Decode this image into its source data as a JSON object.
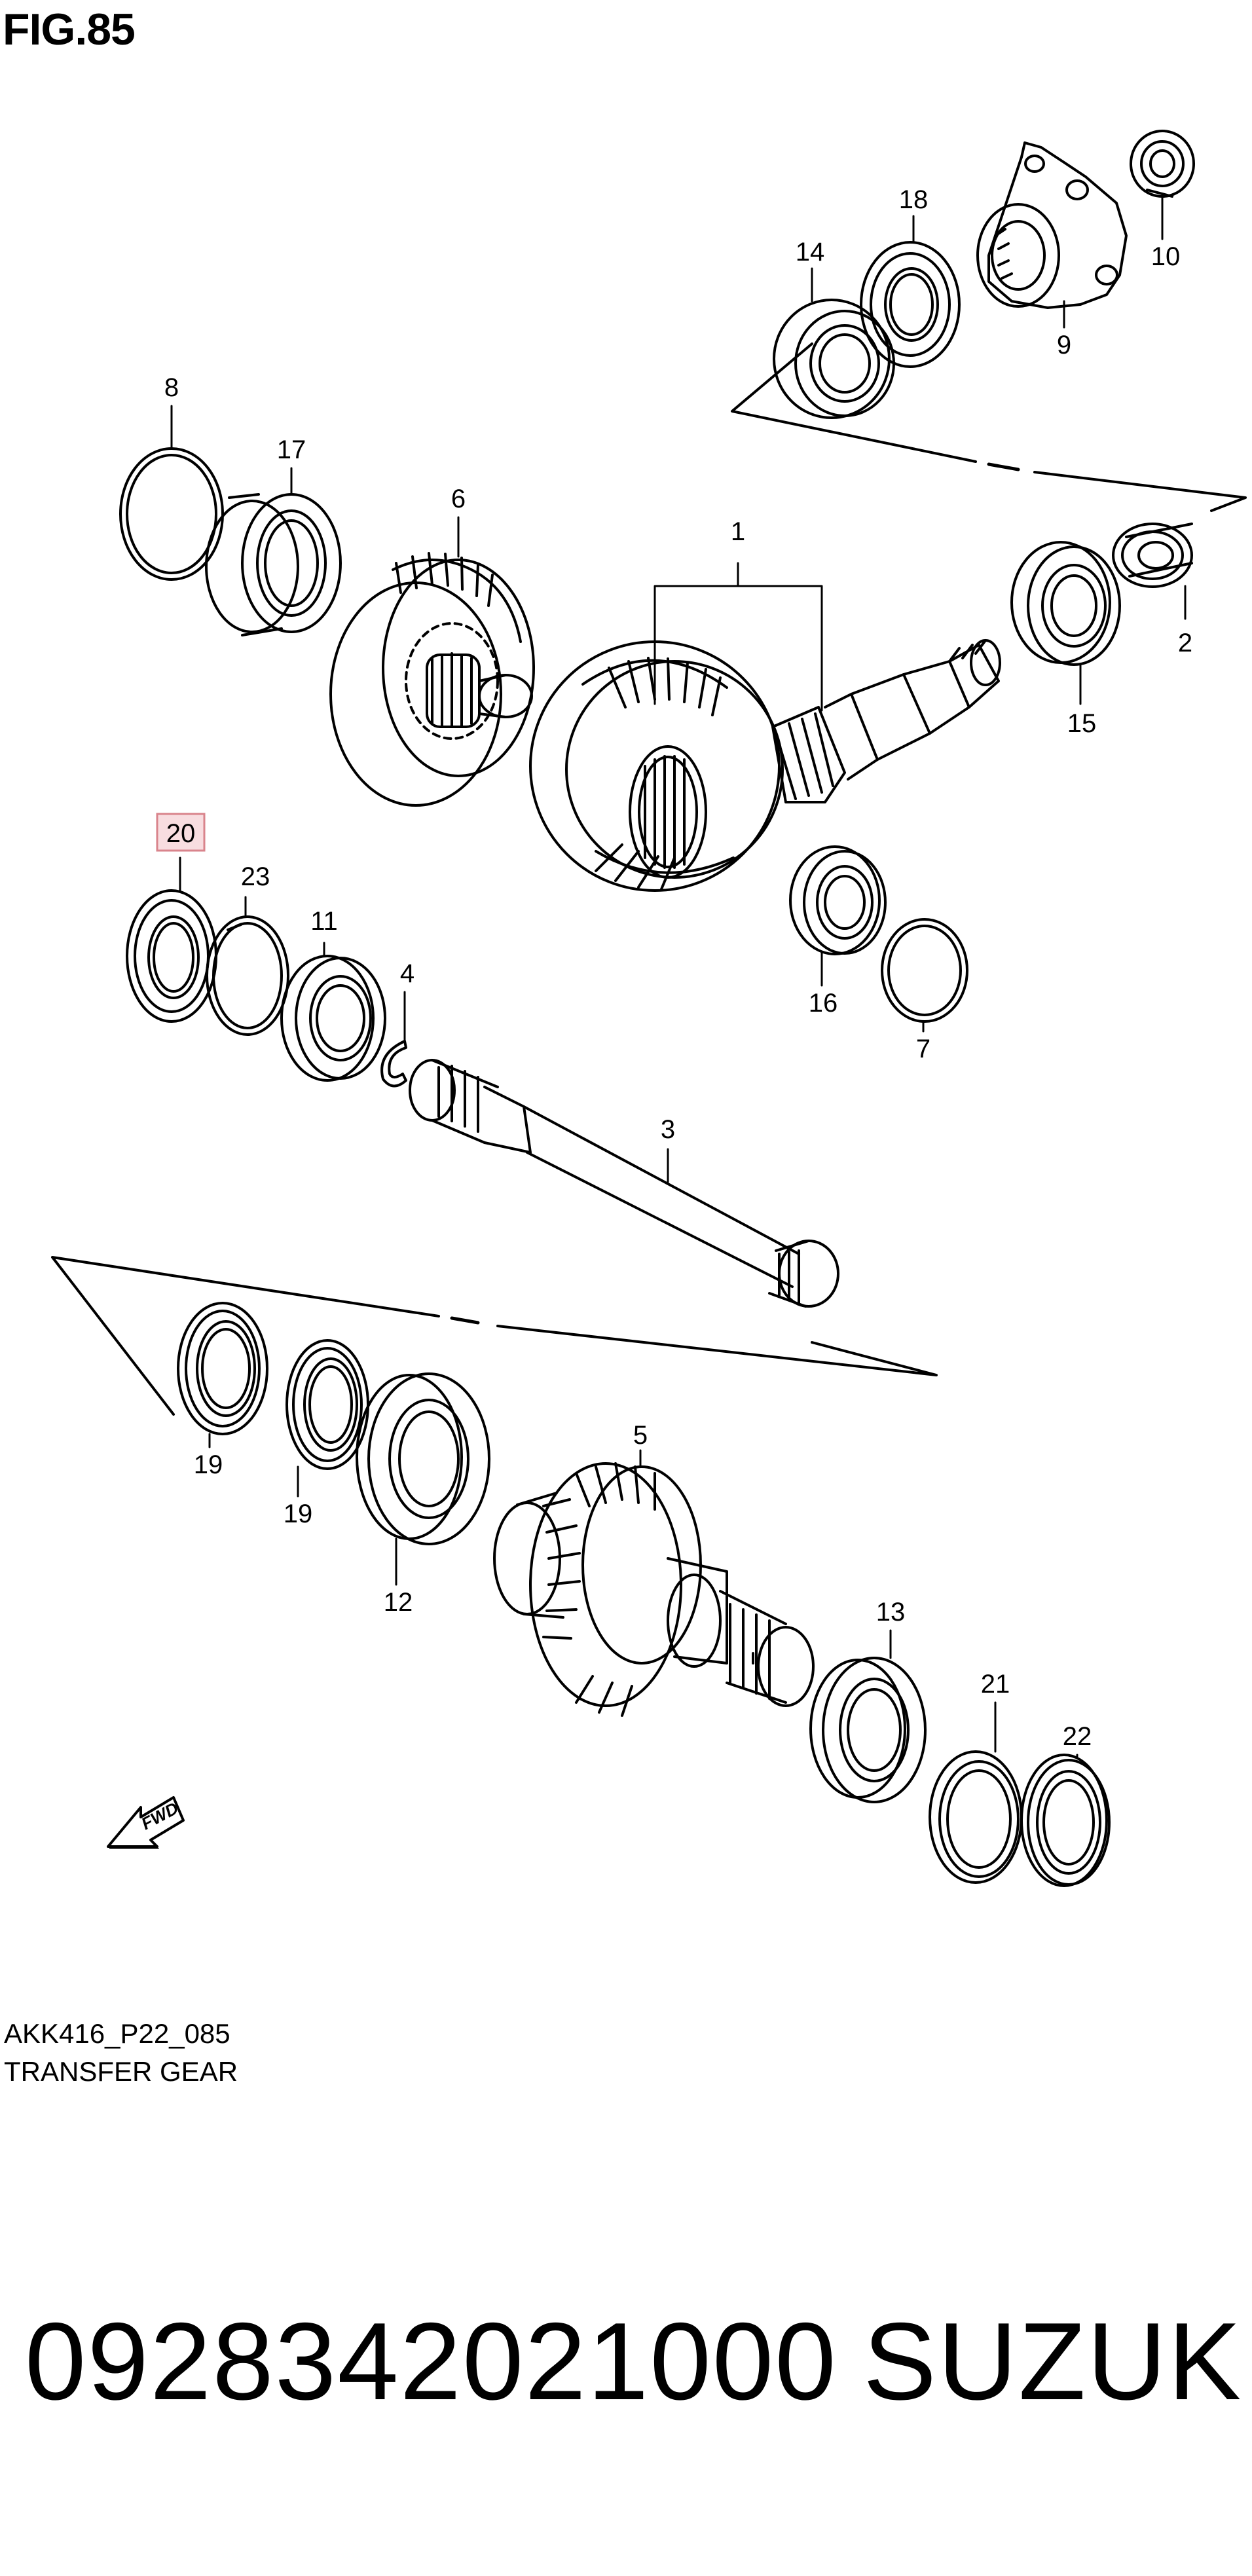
{
  "figure": {
    "title": "FIG.85",
    "drawing_code": "AKK416_P22_085",
    "caption": "TRANSFER GEAR",
    "fwd_label": "FWD"
  },
  "callouts": {
    "n1": "1",
    "n2": "2",
    "n3": "3",
    "n4": "4",
    "n5": "5",
    "n6": "6",
    "n7": "7",
    "n8": "8",
    "n9": "9",
    "n10": "10",
    "n11": "11",
    "n12": "12",
    "n13": "13",
    "n14": "14",
    "n15": "15",
    "n16": "16",
    "n17": "17",
    "n18": "18",
    "n19a": "19",
    "n19b": "19",
    "n20": "20",
    "n21": "21",
    "n22": "22",
    "n23": "23"
  },
  "highlight": {
    "part": "20",
    "box_color": "#d9848c",
    "box_fill": "#f8dde0"
  },
  "footer": {
    "part_number": "0928342021000",
    "brand": "SUZUKI"
  }
}
